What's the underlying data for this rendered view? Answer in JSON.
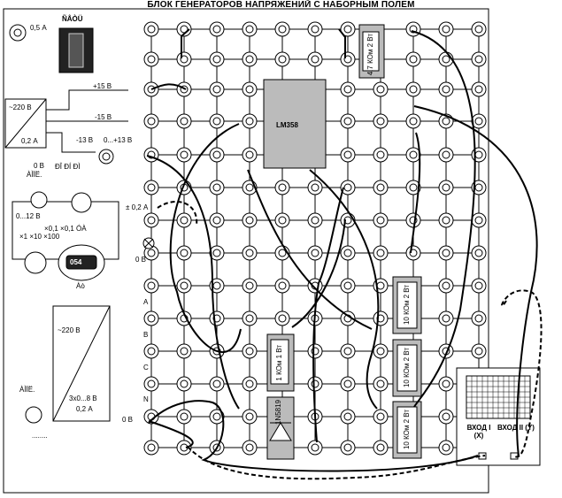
{
  "title": "БЛОК ГЕНЕРАТОРОВ НАПРЯЖЕНИЙ С НАБОРНЫМ ПОЛЕМ",
  "top_left": {
    "fuse_label": "0,5 А",
    "switch_label": "ÑÅÒÜ"
  },
  "dc_supply": {
    "mains": "~220 В",
    "current": "0,2 А",
    "plus15": "+15 В",
    "minus15": "-15 В",
    "minus13": "-13 В",
    "range": "0...+13 В",
    "fuse_label": "0 В",
    "set_label": "ÀÌÏË."
  },
  "function_gen": {
    "wave_labels": "ÐÎ  ÐÍ  ÐÌ",
    "range": "0...12 В",
    "mult": "×1  ×10  ×100",
    "freq_mode": "×0,1  ×0,1 ÓÀ",
    "display": "054",
    "knob_label": "Àò",
    "fuse_label": "± 0,2 А",
    "zero": "0 В",
    "set_label": "ÀÌÏË."
  },
  "three_phase": {
    "mains": "~220 В",
    "output": "3х0...8 В",
    "current": "0,2 А",
    "phases": [
      "A",
      "B",
      "C",
      "N"
    ],
    "zero": "0 В",
    "set_label": "ÀÌÏË.",
    "dots": "........"
  },
  "components": {
    "opamp": "LM358",
    "res_top": "4,7 КОм 2 Вт",
    "res_mid": "1 КОм 1 Вт",
    "diode": "1N5819",
    "res_r1": "10 КОм 2 Вт",
    "res_r2": "10 КОм 2 Вт",
    "res_r3": "10 КОм 2 Вт"
  },
  "oscilloscope": {
    "input_x": "ВХОД I (X)",
    "input_y": "ВХОД II (Y)"
  }
}
